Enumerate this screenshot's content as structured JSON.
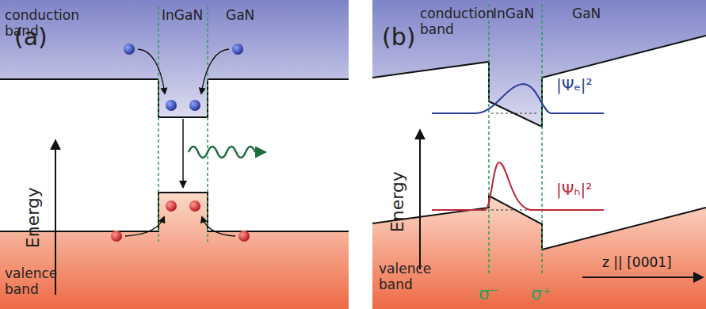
{
  "diagram": {
    "labels": [
      "(a)",
      "conduction band",
      "InGaN",
      "GaN",
      "Energy",
      "valence band",
      "(b)",
      "conduction band",
      "InGaN",
      "GaN",
      "|Ψₑ|²",
      "Energy",
      "|Ψₕ|²",
      "valence band",
      "σ⁻",
      "σ⁺",
      "z || [0001]"
    ]
  }
}
